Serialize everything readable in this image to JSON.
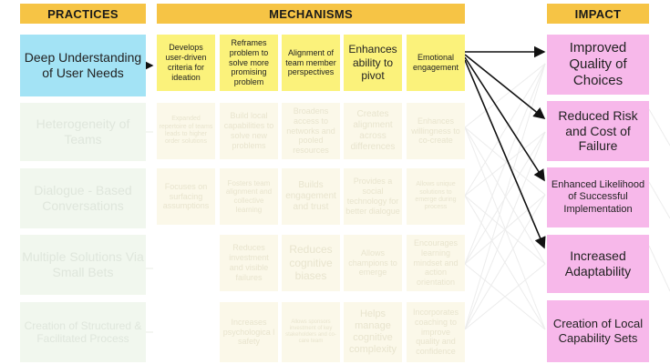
{
  "headers": {
    "practices": "PRACTICES",
    "mechanisms": "MECHANISMS",
    "impact": "IMPACT"
  },
  "practices": [
    "Deep Understanding of User Needs",
    "Heterogeneity of Teams",
    "Dialogue - Based Conversations",
    "Multiple Solutions Via Small Bets",
    "Creation of Structured & Facilitated Process"
  ],
  "mechanisms": [
    [
      "Develops user-driven criteria for ideation",
      "Reframes problem to solve more promising problem",
      "Alignment of team member perspectives",
      "Enhances ability to pivot",
      "Emotional engagement"
    ],
    [
      "Expanded repertoire of teams leads to higher order solutions",
      "Build local capabilities to solve new problems",
      "Broadens access to networks and pooled resources",
      "Creates alignment across differences",
      "Enhances willingness to co-create"
    ],
    [
      "Focuses on surfacing assumptions",
      "Fosters team alignment and collective learning",
      "Builds engagement and trust",
      "Provides a social technology for better dialogue",
      "Allows unique solutions to emerge during process"
    ],
    [
      "",
      "Reduces investment and visible failures",
      "Reduces cognitive biases",
      "Allows champions to emerge",
      "Encourages learning mindset and action orientation"
    ],
    [
      "",
      "Increases psychologica l safety",
      "Allows sponsors investment of key stakeholders and co-care team",
      "Helps manage cognitive complexity",
      "Incorporates coaching to improve quality and confidence"
    ]
  ],
  "impacts": [
    "Improved Quality of Choices",
    "Reduced Risk and Cost of Failure",
    "Enhanced Likelihood of Successful Implementation",
    "Increased Adaptability",
    "Creation of Local Capability Sets"
  ],
  "colors": {
    "header": "#f6c445",
    "practice_active": "#a3e3f5",
    "mechanism_active": "#fbf27b",
    "impact": "#f7b8ea"
  }
}
